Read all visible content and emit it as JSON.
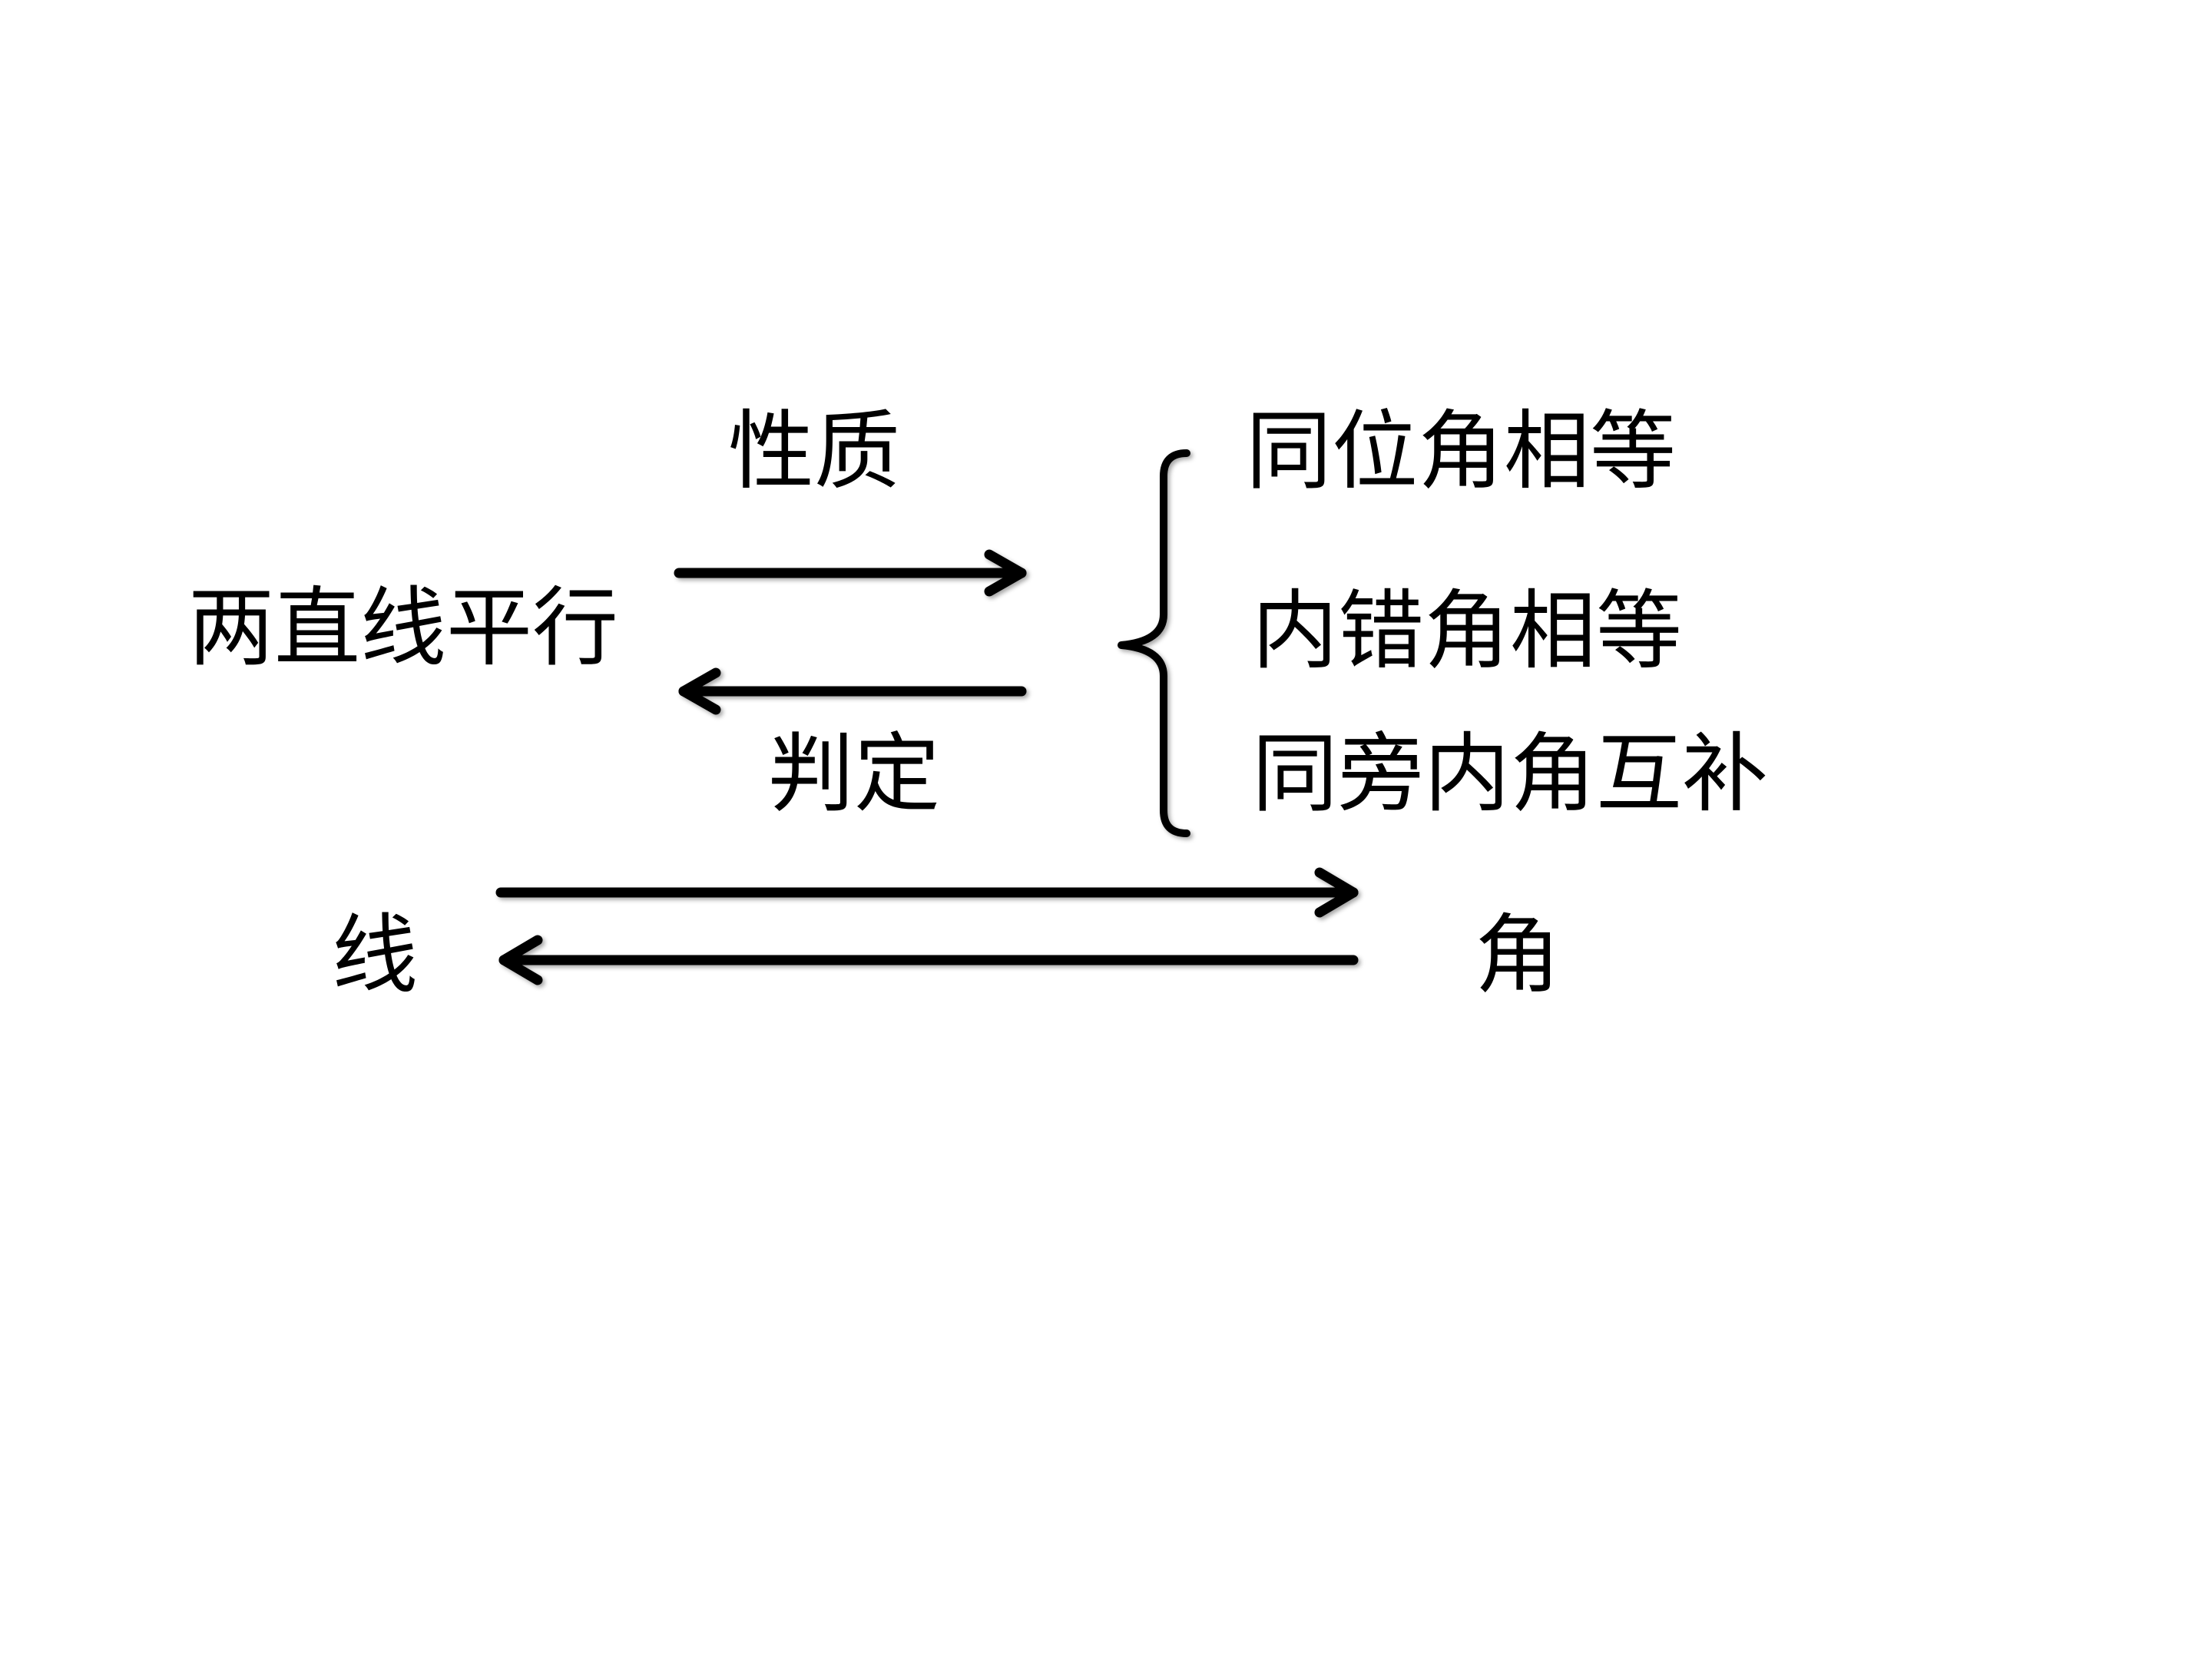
{
  "diagram": {
    "main_subject": "两直线平行",
    "forward_label": "性质",
    "backward_label": "判定",
    "conditions": [
      "同位角相等",
      "内错角相等",
      "同旁内角互补"
    ],
    "left_term": "线",
    "right_term": "角"
  }
}
